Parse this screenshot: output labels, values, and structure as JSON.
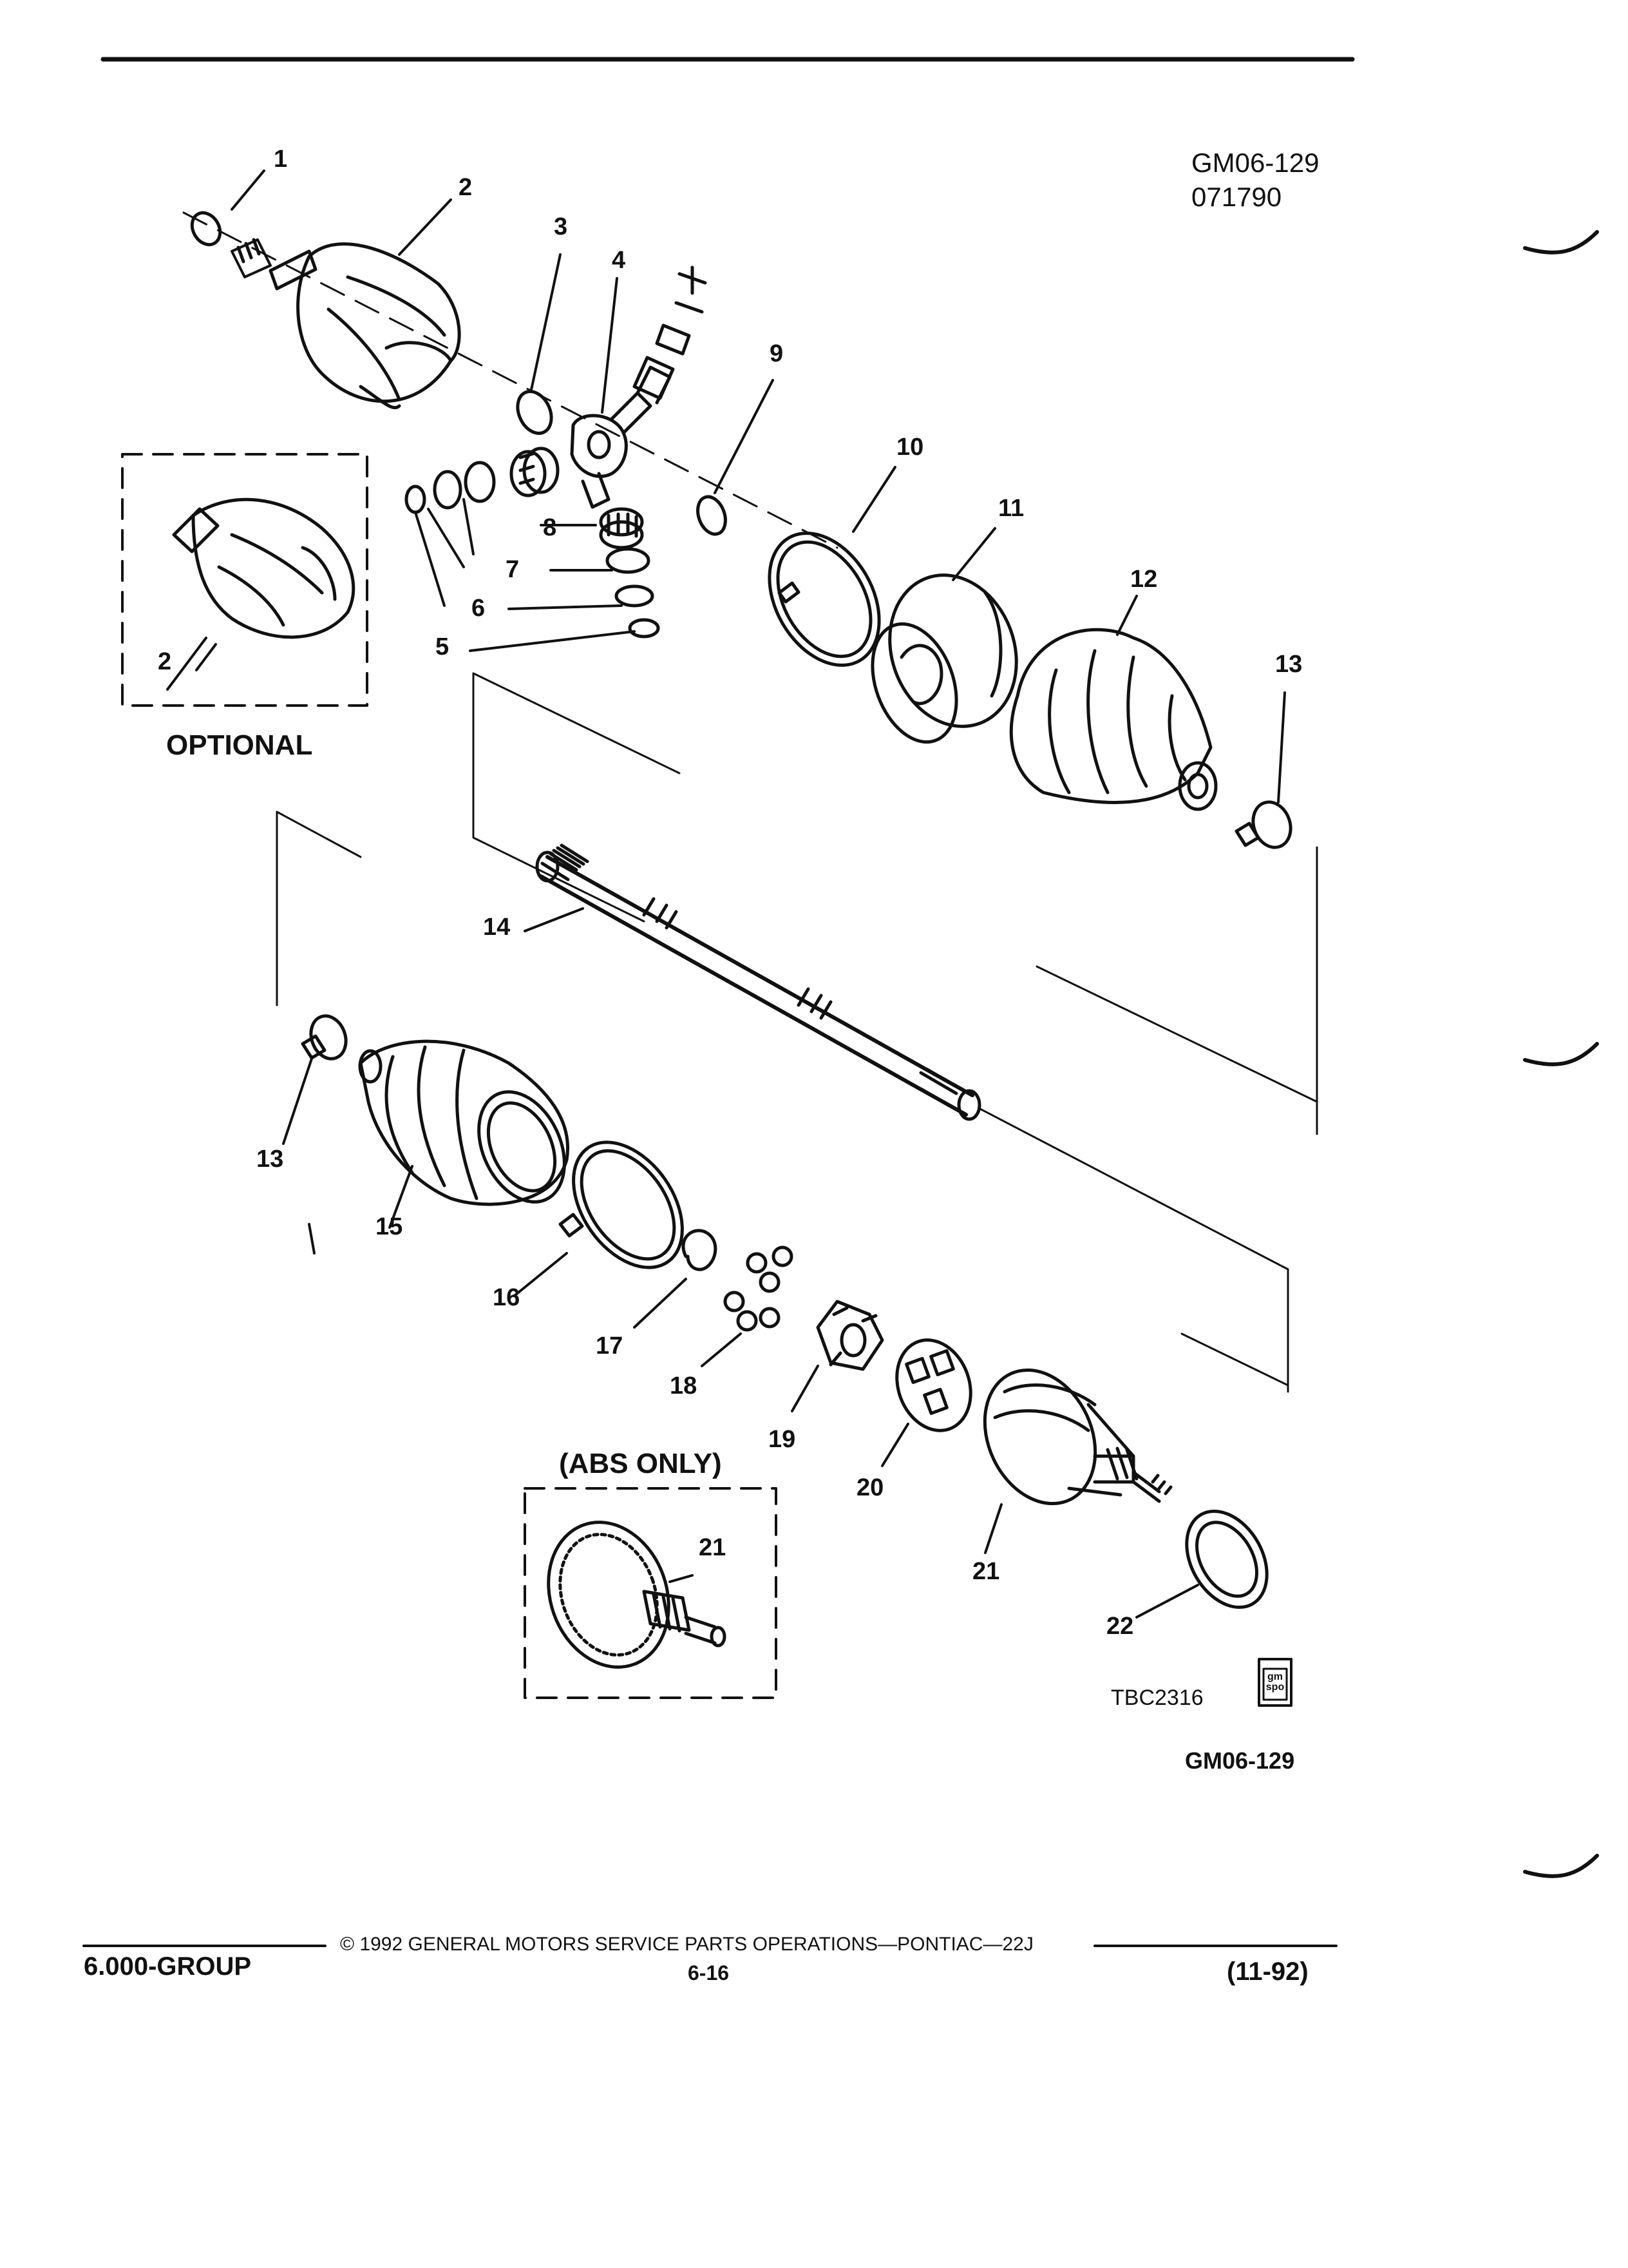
{
  "header": {
    "drawing_no": "GM06-129",
    "date_code": "071790"
  },
  "callouts": {
    "c1": "1",
    "c2": "2",
    "c3": "3",
    "c4": "4",
    "c5": "5",
    "c6": "6",
    "c7": "7",
    "c8": "8",
    "c9": "9",
    "c10": "10",
    "c11": "11",
    "c12": "12",
    "c13": "13",
    "c14": "14",
    "c15": "15",
    "c16": "16",
    "c17": "17",
    "c18": "18",
    "c19": "19",
    "c20": "20",
    "c21": "21",
    "c22": "22"
  },
  "insets": {
    "optional_label": "OPTIONAL",
    "optional_callout": "2",
    "abs_label": "(ABS ONLY)",
    "abs_callout": "21"
  },
  "figure": {
    "code": "TBC2316",
    "logo_text": "gm spo",
    "ref": "GM06-129"
  },
  "footer": {
    "group": "6.000-GROUP",
    "copyright": "©  1992  GENERAL MOTORS SERVICE PARTS OPERATIONS—PONTIAC—22J",
    "page": "6-16",
    "revision": "(11-92)"
  }
}
